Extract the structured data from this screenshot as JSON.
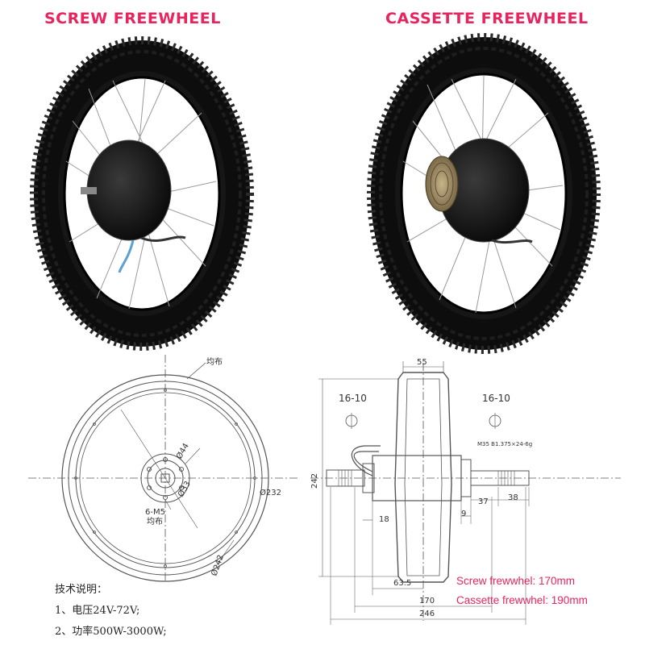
{
  "titles": {
    "left": "SCREW FREEWHEEL",
    "right": "CASSETTE FREEWHEEL"
  },
  "colors": {
    "accent": "#e8245e",
    "line": "#555555",
    "tire": "#111111"
  },
  "left_drawing": {
    "uniform_top": "均布",
    "d44": "Ø44",
    "d33": "Ø33",
    "d232": "Ø232",
    "d242": "Ø242",
    "m5": "6-M5",
    "uniform_bottom": "均布"
  },
  "side_drawing": {
    "dim_55": "55",
    "spec_left": "16-10",
    "spec_right": "16-10",
    "thread": "M35 B1.375×24-6g",
    "dim_242": "242",
    "dim_18": "18",
    "dim_9": "9",
    "dim_37": "37",
    "dim_38": "38",
    "dim_63_5": "63.5",
    "dim_170": "170",
    "dim_246": "246"
  },
  "specs": {
    "heading": "技术说明：",
    "line1": "1、电压24V-72V;",
    "line2": "2、功率500W-3000W;"
  },
  "freewheel": {
    "screw": "Screw frewwhel: 170mm",
    "cassette": "Cassette frewwhel: 190mm"
  }
}
